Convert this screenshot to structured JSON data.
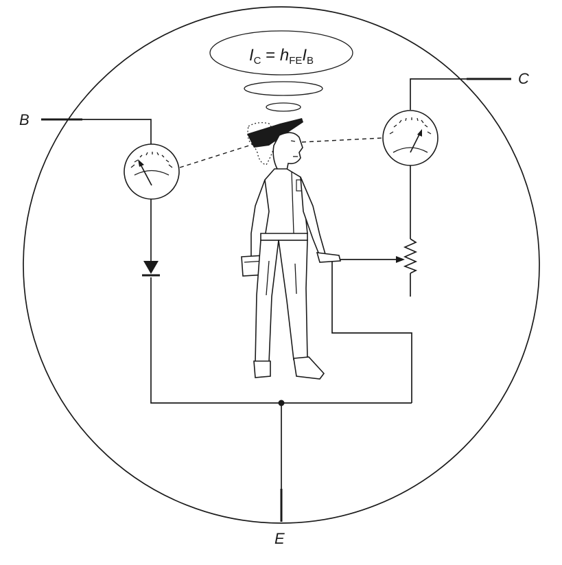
{
  "terminals": {
    "base": "B",
    "collector": "C",
    "emitter": "E"
  },
  "equation": {
    "lhs_symbol": "I",
    "lhs_sub": "C",
    "equals": " = ",
    "gain_symbol": "h",
    "gain_sub": "FE",
    "rhs_symbol": "I",
    "rhs_sub": "B"
  },
  "colors": {
    "ink": "#1a1a1a",
    "background": "#ffffff"
  },
  "icons": {
    "base_meter": "ammeter-icon",
    "collector_meter": "ammeter-icon",
    "diode": "diode-icon",
    "resistor": "variable-resistor-icon",
    "figure": "engineer-figure"
  }
}
